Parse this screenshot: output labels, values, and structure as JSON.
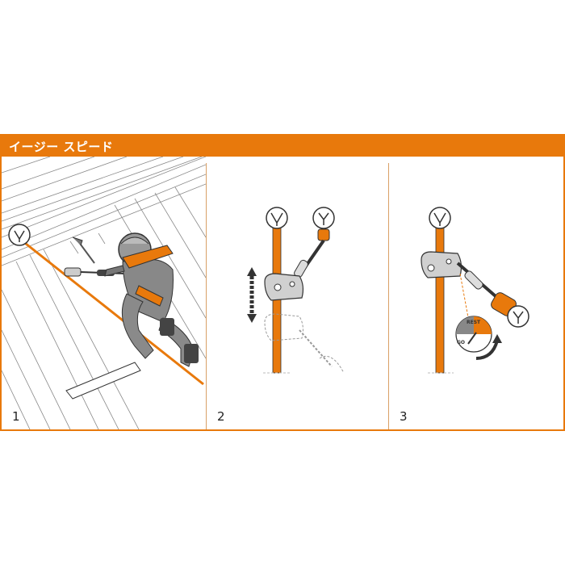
{
  "header": {
    "title": "イージー スピード"
  },
  "panels": [
    {
      "step": "1"
    },
    {
      "step": "2"
    },
    {
      "step": "3",
      "label_rest": "REST",
      "label_go": "GO"
    }
  ],
  "colors": {
    "accent": "#e8790c",
    "rope": "#e8790c",
    "device": "#c8c8c8",
    "outline": "#333333"
  }
}
